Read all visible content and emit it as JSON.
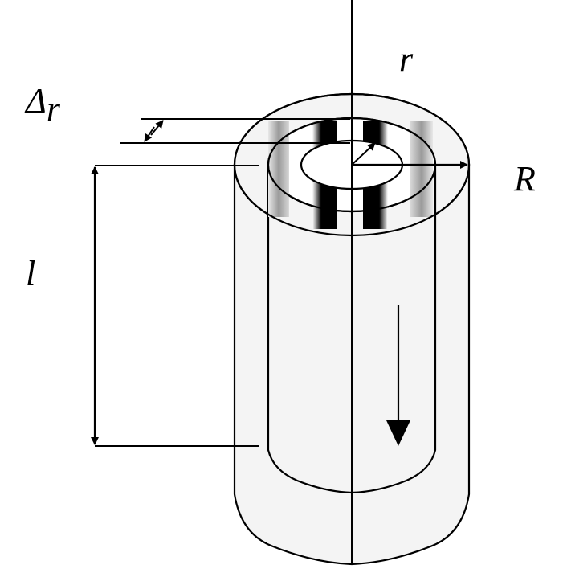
{
  "labels": {
    "delta_main": "Δ",
    "delta_sub": "r",
    "r": "r",
    "R": "R",
    "l": "l"
  },
  "colors": {
    "cylinder_fill": "#f4f4f4",
    "stripe_dark": "#000000",
    "stripe_grey": "#8a8a8a",
    "line": "#000000"
  }
}
